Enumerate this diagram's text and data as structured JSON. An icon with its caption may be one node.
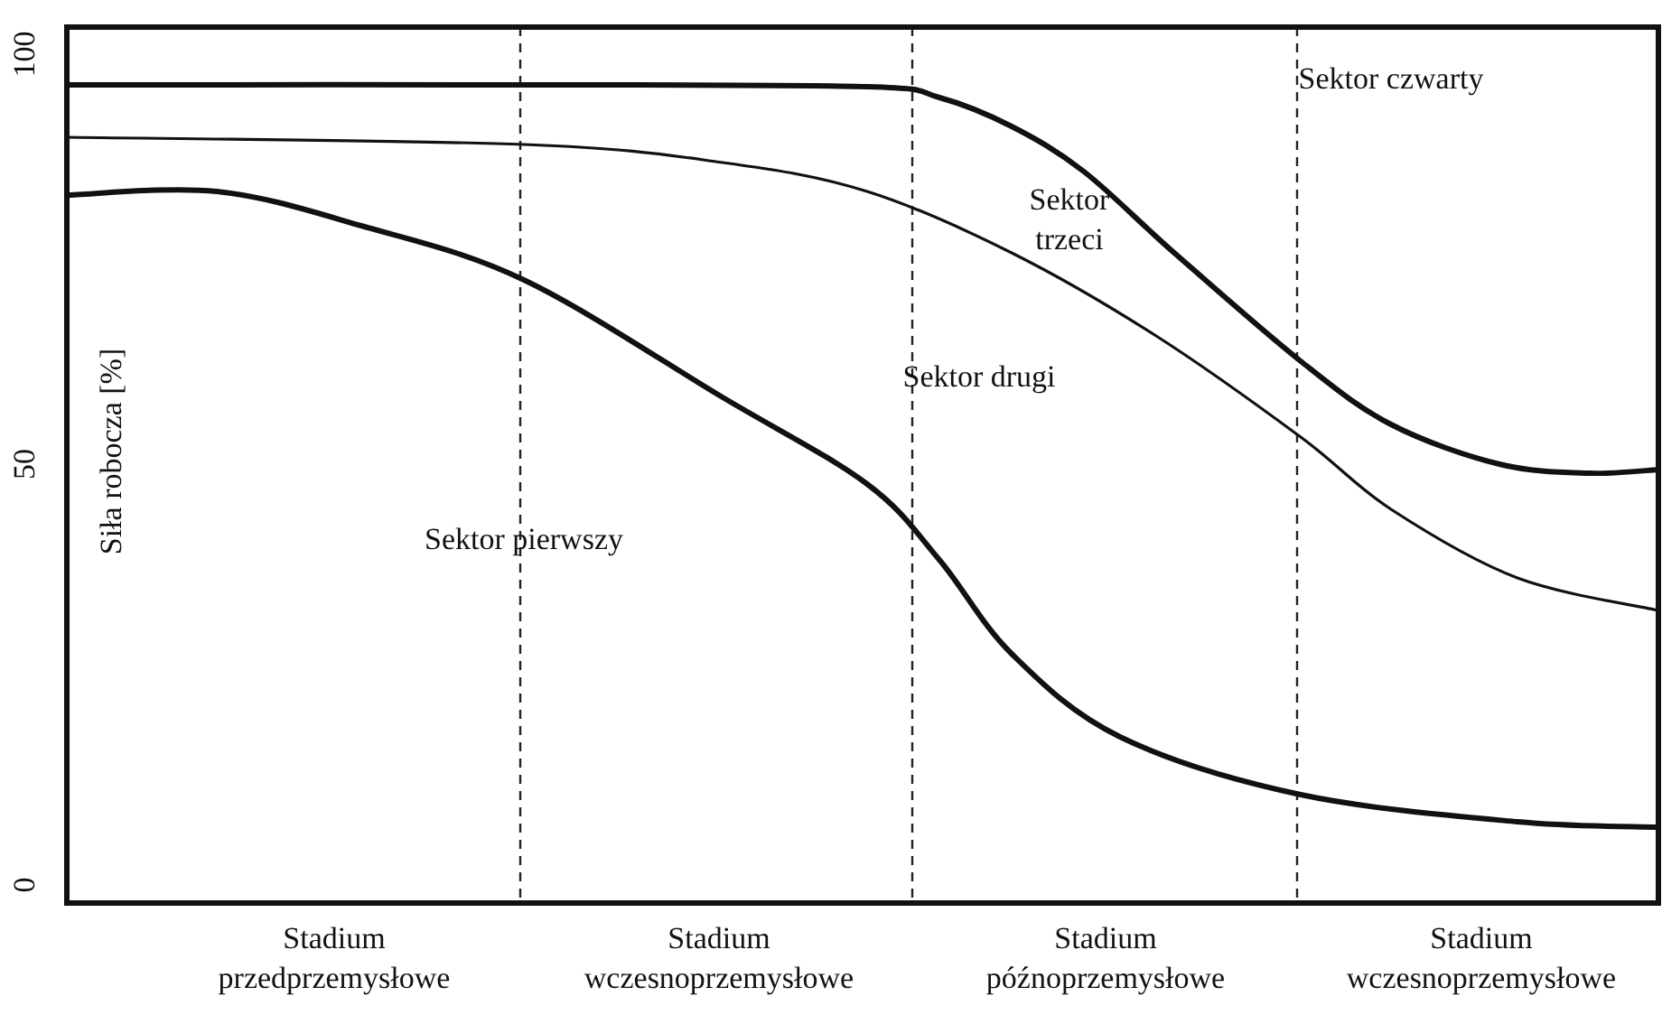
{
  "diagram": {
    "labels": [
      "100",
      "50",
      "0",
      "Siła robocza [%]",
      "Sektor czwarty",
      "Sektor trzeci",
      "Sektor drugi",
      "Sektor pierwszy",
      "Stadium przedprzemysłowe",
      "Stadium wczesnoprzemysłowe",
      "Stadium późnoprzemysłowe",
      "Stadium wczesnoprzemysłowe"
    ]
  }
}
